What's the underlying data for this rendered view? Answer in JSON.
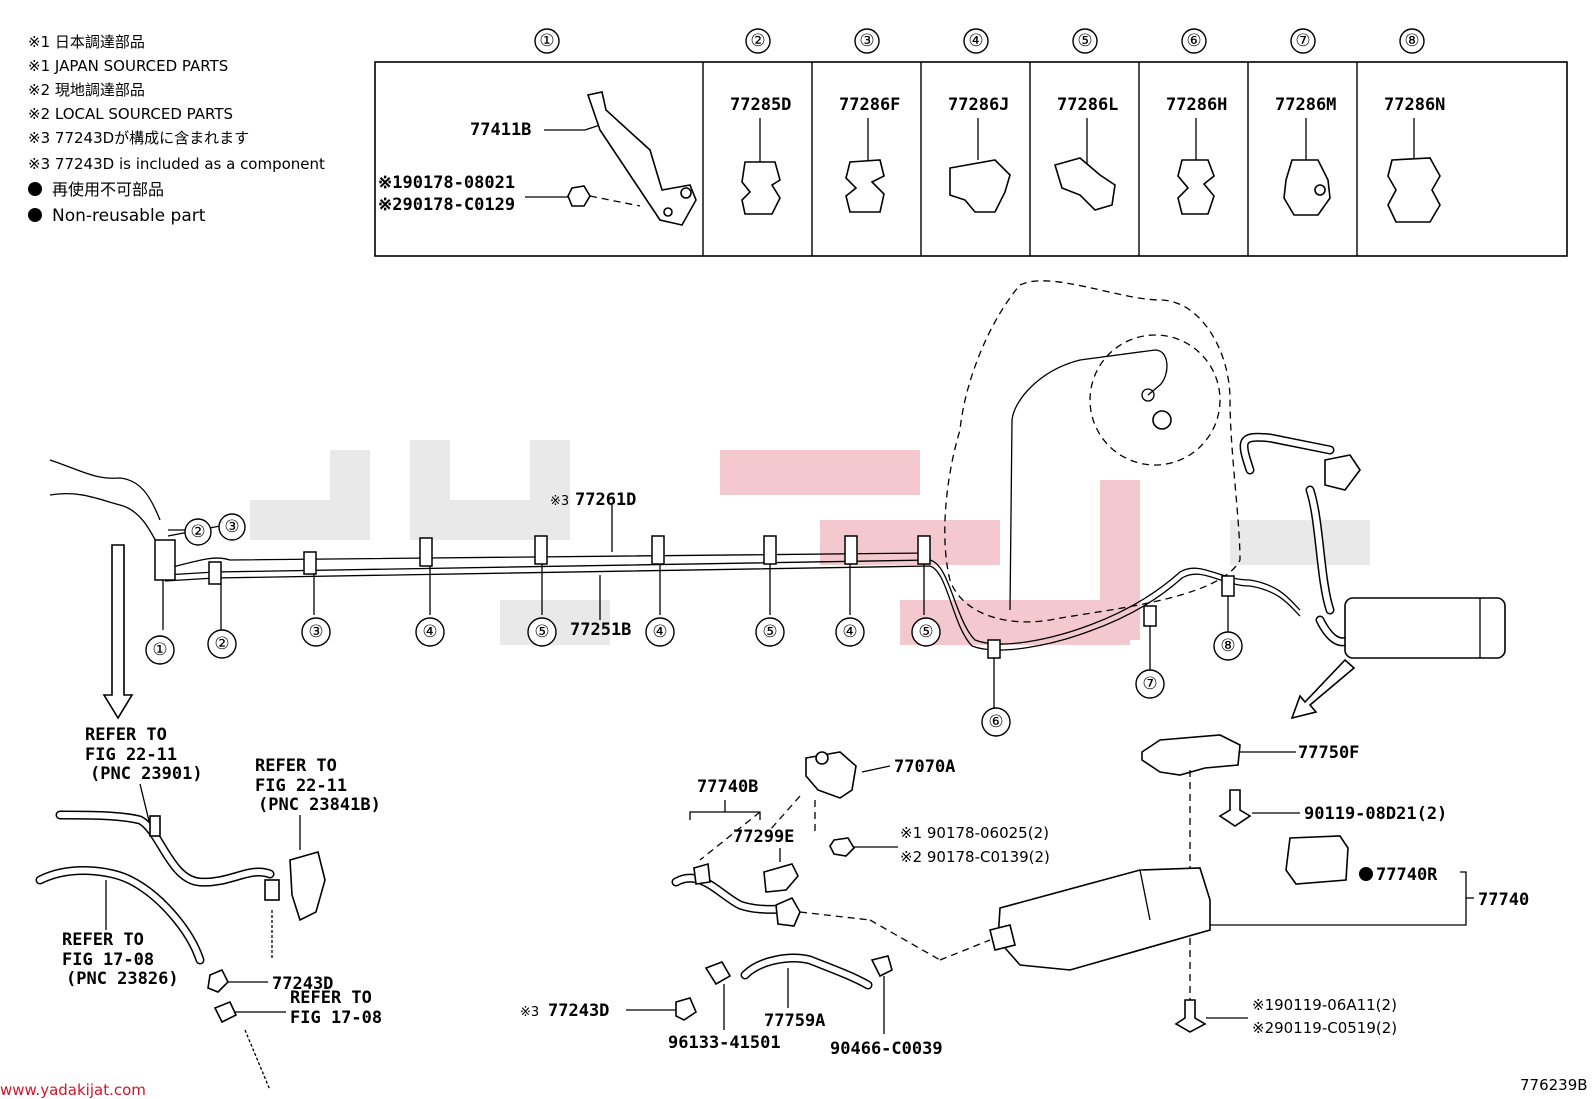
{
  "legend": [
    {
      "mark": "※1",
      "text": "日本調達部品"
    },
    {
      "mark": "※1",
      "text": "JAPAN SOURCED PARTS"
    },
    {
      "mark": "※2",
      "text": "現地調達部品"
    },
    {
      "mark": "※2",
      "text": "LOCAL SOURCED PARTS"
    },
    {
      "mark": "※3",
      "text": "77243Dが構成に含まれます"
    },
    {
      "mark": "※3",
      "text": "77243D is included as a component"
    },
    {
      "mark": "●",
      "text": "再使用不可部品"
    },
    {
      "mark": "●",
      "text": "Non-reusable part"
    }
  ],
  "table": {
    "numbers": [
      "①",
      "②",
      "③",
      "④",
      "⑤",
      "⑥",
      "⑦",
      "⑧"
    ],
    "cell1": {
      "part": "77411B",
      "sub1": "※190178-08021",
      "sub2": "※290178-C0129"
    },
    "parts": [
      "77285D",
      "77286F",
      "77286J",
      "77286L",
      "77286H",
      "77286M",
      "77286N"
    ]
  },
  "main": {
    "label_top": "77261D",
    "label_top_mark": "※3",
    "label_mid": "77251B",
    "clip_nums": [
      "①",
      "②",
      "③",
      "④",
      "⑤",
      "④",
      "⑤",
      "④",
      "⑤",
      "⑥",
      "⑦",
      "⑧"
    ],
    "callout_nums": [
      "②",
      "③"
    ]
  },
  "refs": {
    "ref1": [
      "REFER TO",
      "FIG 22-11",
      "(PNC 23901)"
    ],
    "ref2": [
      "REFER TO",
      "FIG 22-11",
      "(PNC 23841B)"
    ],
    "ref3": [
      "REFER TO",
      "FIG 17-08",
      "(PNC 23826)"
    ],
    "ref4": [
      "REFER TO",
      "FIG 17-08"
    ]
  },
  "bottom": {
    "p77243D": "77243D",
    "p77243D_b": "77243D",
    "p77243D_b_mark": "※3",
    "p77740B": "77740B",
    "p77299E": "77299E",
    "p77070A": "77070A",
    "n1_a": "※1 90178-06025(2)",
    "n1_b": "※2 90178-C0139(2)",
    "p96133": "96133-41501",
    "p77759A": "77759A",
    "p90466": "90466-C0039",
    "p77750F": "77750F",
    "p90119": "90119-08D21(2)",
    "p77740R": "77740R",
    "p77740": "77740",
    "b1": "※190119-06A11(2)",
    "b2": "※290119-C0519(2)"
  },
  "footer": {
    "url": "www.yadakijat.com",
    "code": "776239B"
  }
}
